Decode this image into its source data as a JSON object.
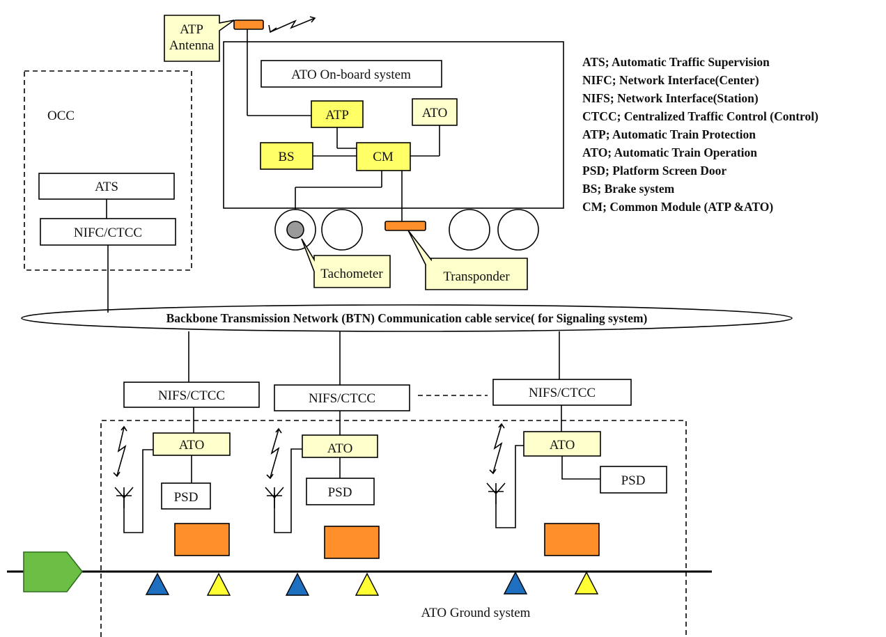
{
  "labels": {
    "atp_antenna_line1": "ATP",
    "atp_antenna_line2": "Antenna",
    "onboard_system": "ATO On-board system",
    "occ": "OCC",
    "ats": "ATS",
    "nifc_ctcc": "NIFC/CTCC",
    "atp": "ATP",
    "ato": "ATO",
    "bs": "BS",
    "cm": "CM",
    "tachometer": "Tachometer",
    "transponder": "Transponder",
    "network": "Backbone Transmission Network (BTN) Communication cable service( for Signaling system)",
    "ground_system": "ATO Ground system"
  },
  "stations": [
    {
      "nifs": "NIFS/CTCC",
      "ato": "ATO",
      "psd": "PSD"
    },
    {
      "nifs": "NIFS/CTCC",
      "ato": "ATO",
      "psd": "PSD"
    },
    {
      "nifs": "NIFS/CTCC",
      "ato": "ATO",
      "psd": "PSD"
    }
  ],
  "legend": [
    "ATS; Automatic Traffic Supervision",
    "NIFC; Network Interface(Center)",
    "NIFS; Network Interface(Station)",
    "CTCC; Centralized Traffic Control (Control)",
    "ATP; Automatic Train Protection",
    "ATO; Automatic Train Operation",
    "PSD; Platform Screen Door",
    "BS; Brake system",
    "CM; Common Module (ATP &ATO)"
  ],
  "colors": {
    "module_yellow": "#ffff66",
    "callout_cream": "#ffffcc",
    "device_orange": "#ff8f2b",
    "train_green": "#6cbf45",
    "beacon_blue": "#1f6fc1",
    "beacon_yellow": "#ffff33"
  },
  "icons": [
    "antenna-icon",
    "wireless-signal-icon",
    "train-icon",
    "beacon-icon",
    "wheel-icon"
  ]
}
